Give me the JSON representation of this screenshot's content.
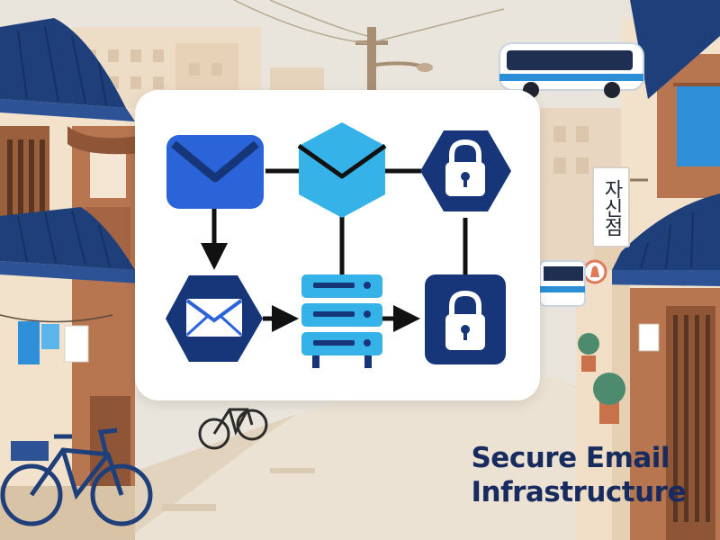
{
  "scene": {
    "shop_sign": "자신점",
    "colors": {
      "sky": "#e9e5dc",
      "street": "#ece2d4",
      "roof_blue": "#1f3f7a",
      "wood": "#9a5f3c",
      "plaster": "#f2e2cc",
      "bus_blue": "#2a8fd6"
    }
  },
  "diagram": {
    "nodes": [
      {
        "id": "incoming-mail",
        "icon": "envelope-icon",
        "shape": "rounded-rect",
        "color": "#2b63d9"
      },
      {
        "id": "mail-gateway",
        "icon": "open-envelope-icon",
        "shape": "hexagon",
        "color": "#35b3e8"
      },
      {
        "id": "encryption",
        "icon": "lock-icon",
        "shape": "hexagon",
        "color": "#17367a"
      },
      {
        "id": "mail-filter",
        "icon": "envelope-icon",
        "shape": "hexagon",
        "color": "#17367a"
      },
      {
        "id": "mail-server",
        "icon": "server-icon",
        "shape": "server-stack",
        "color": "#35b3e8"
      },
      {
        "id": "secure-storage",
        "icon": "lock-icon",
        "shape": "rounded-rect",
        "color": "#17367a"
      }
    ],
    "connectors": [
      {
        "from": "incoming-mail",
        "to": "mail-gateway",
        "arrow": false
      },
      {
        "from": "mail-gateway",
        "to": "encryption",
        "arrow": false
      },
      {
        "from": "incoming-mail",
        "to": "mail-filter",
        "arrow": true
      },
      {
        "from": "mail-gateway",
        "to": "mail-server",
        "arrow": false
      },
      {
        "from": "encryption",
        "to": "secure-storage",
        "arrow": false
      },
      {
        "from": "mail-filter",
        "to": "mail-server",
        "arrow": true
      },
      {
        "from": "mail-server",
        "to": "secure-storage",
        "arrow": true
      }
    ]
  },
  "caption": {
    "line1": "Secure Email",
    "line2": "Infrastructure",
    "color": "#172b5e"
  }
}
